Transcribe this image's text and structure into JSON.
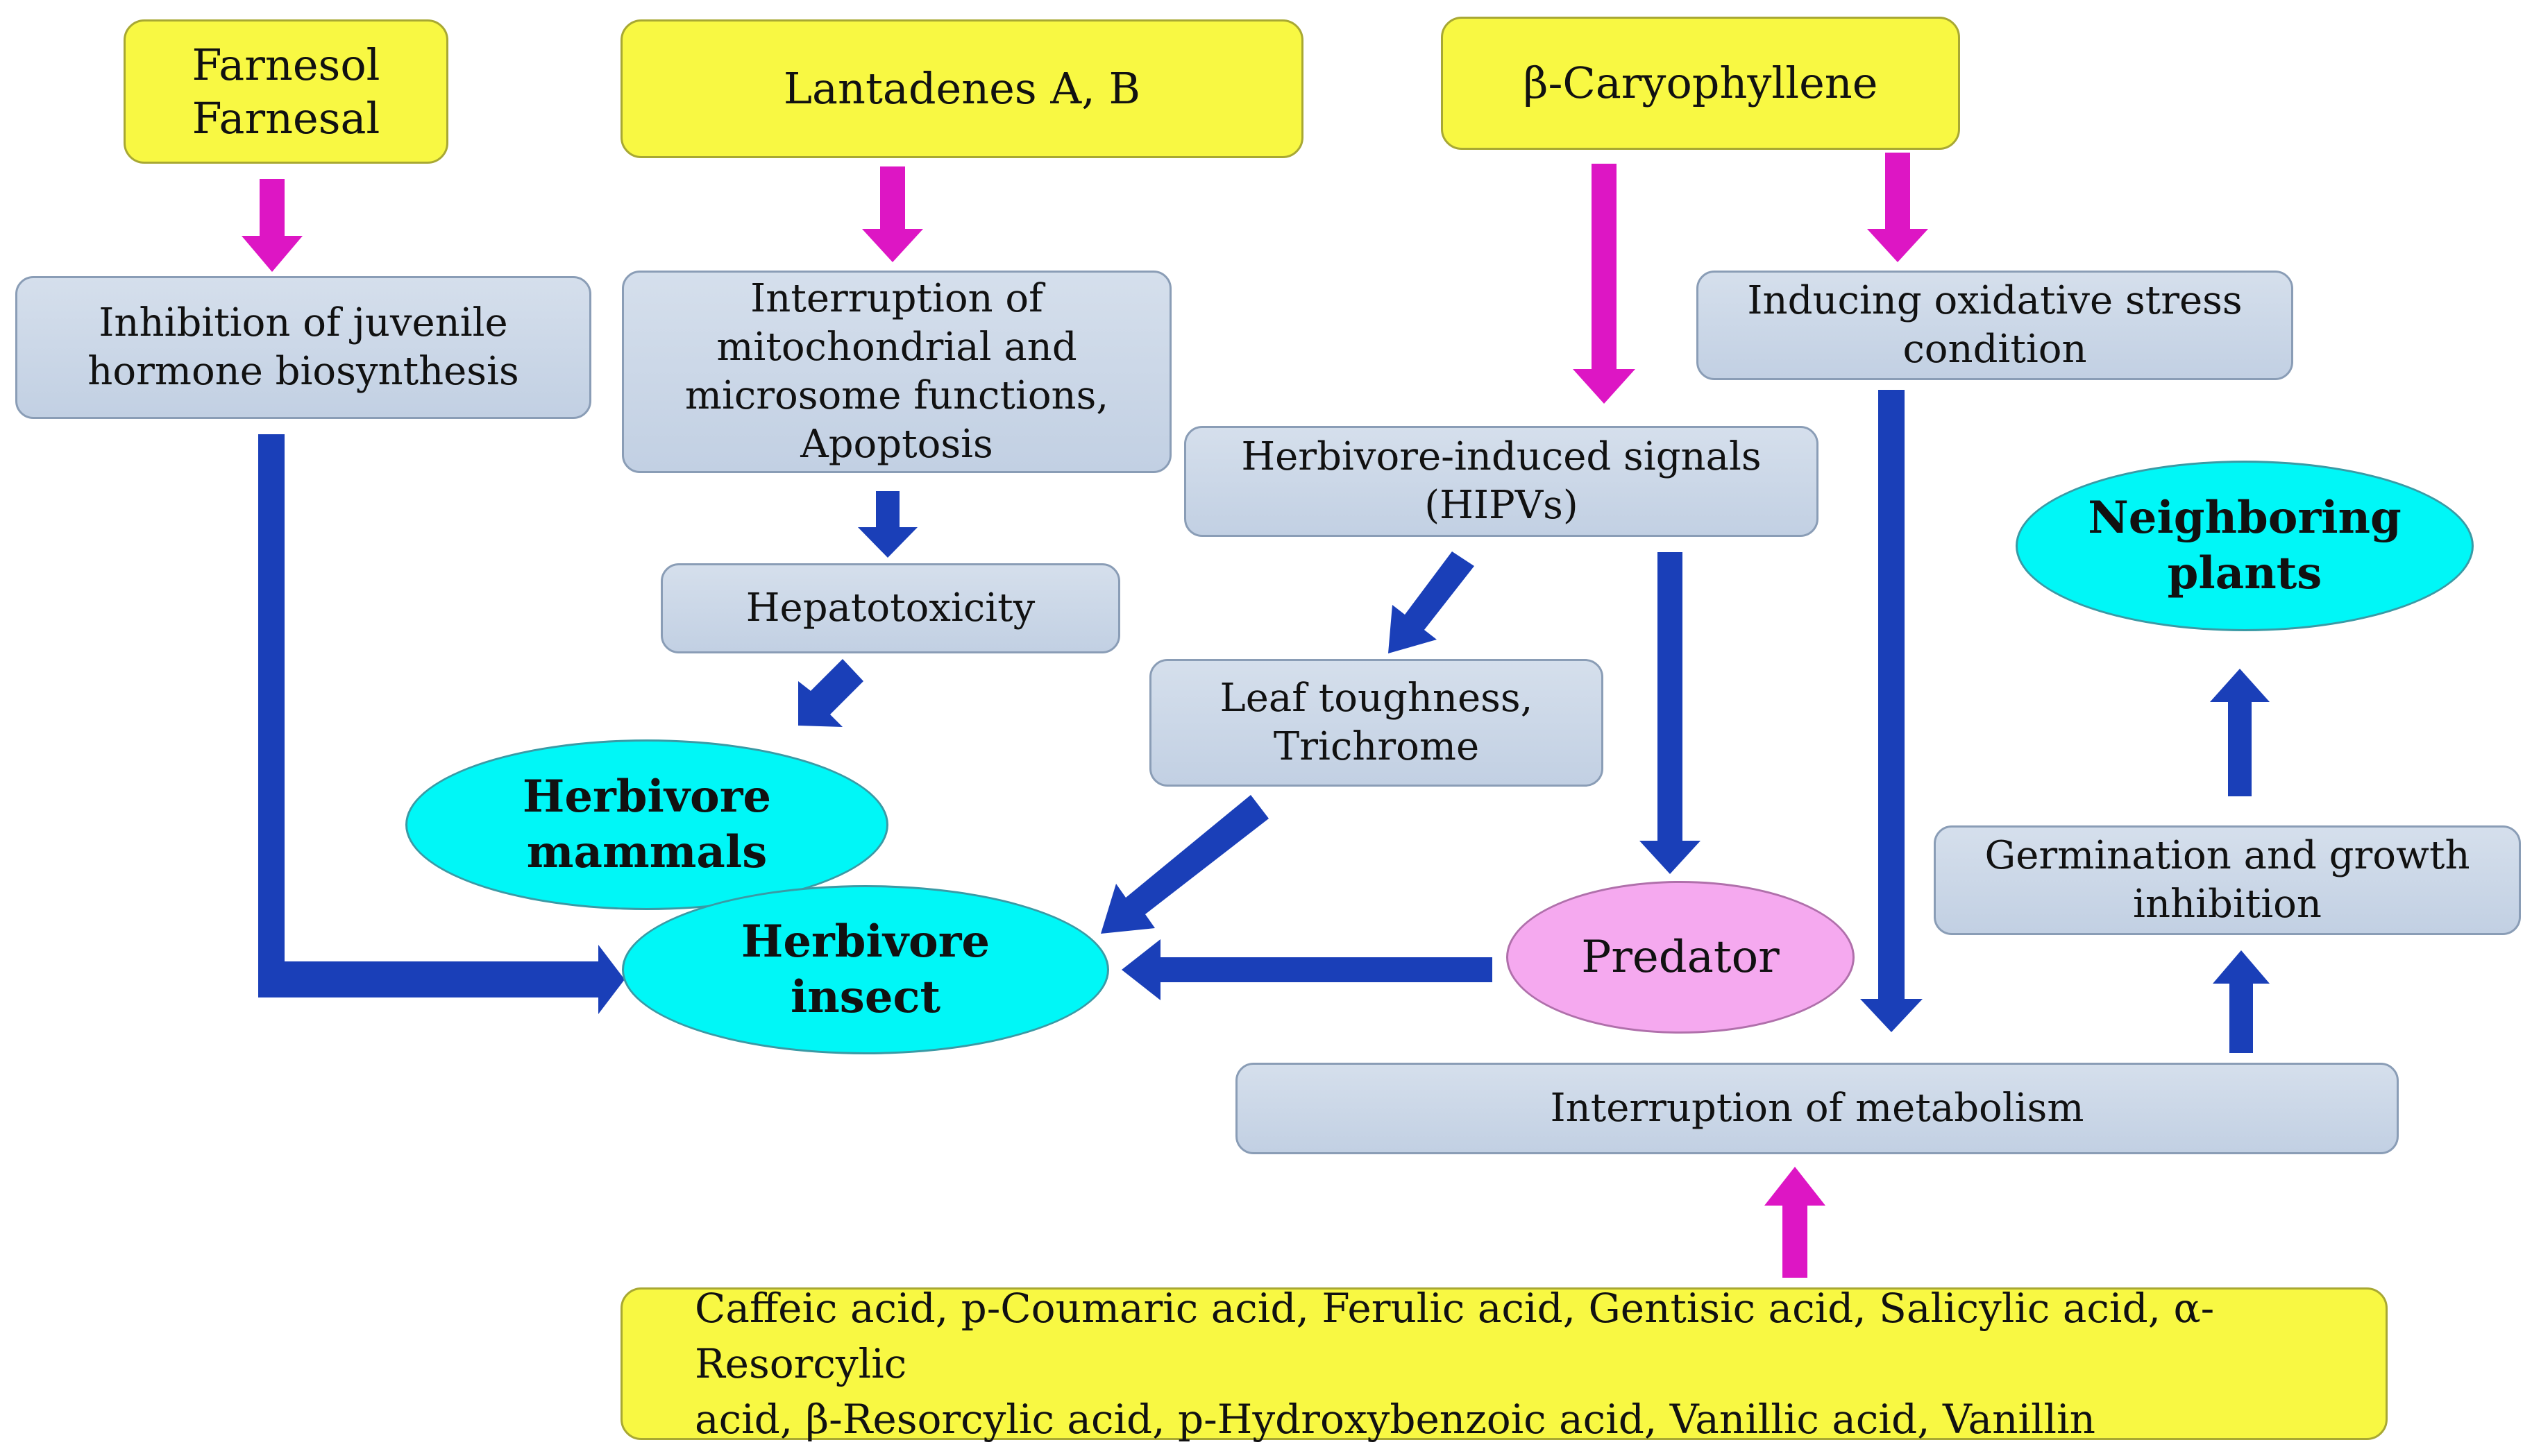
{
  "colors": {
    "compound_box": "#f8f843",
    "effect_box": "#c8d5e7",
    "target_oval": "#00f7f7",
    "predator_oval": "#f5a9ef",
    "magenta_arrow": "#dd16c4",
    "blue_arrow": "#1a3fb8"
  },
  "compounds": {
    "farnesol": [
      "Farnesol",
      "Farnesal"
    ],
    "lantadenes": "Lantadenes A, B",
    "caryophyllene": "β-Caryophyllene",
    "phenolics_line1": "Caffeic acid, p-Coumaric acid, Ferulic acid, Gentisic acid, Salicylic acid, α-Resorcylic",
    "phenolics_line2": "acid, β-Resorcylic acid, p-Hydroxybenzoic acid, Vanillic acid, Vanillin"
  },
  "effects": {
    "juvenile": [
      "Inhibition of juvenile",
      "hormone biosynthesis"
    ],
    "mitochondrial": [
      "Interruption of",
      "mitochondrial and",
      "microsome functions,",
      "Apoptosis"
    ],
    "hepatotoxicity": "Hepatotoxicity",
    "hipvs": [
      "Herbivore-induced signals",
      "(HIPVs)"
    ],
    "leaf": [
      "Leaf toughness,",
      "Trichrome"
    ],
    "oxidative": [
      "Inducing oxidative stress",
      "condition"
    ],
    "germination": [
      "Germination and growth",
      "inhibition"
    ],
    "metabolism": "Interruption of metabolism"
  },
  "targets": {
    "mammals": [
      "Herbivore",
      "mammals"
    ],
    "insect": [
      "Herbivore",
      "insect"
    ],
    "predator": "Predator",
    "neighboring": [
      "Neighboring",
      "plants"
    ]
  }
}
